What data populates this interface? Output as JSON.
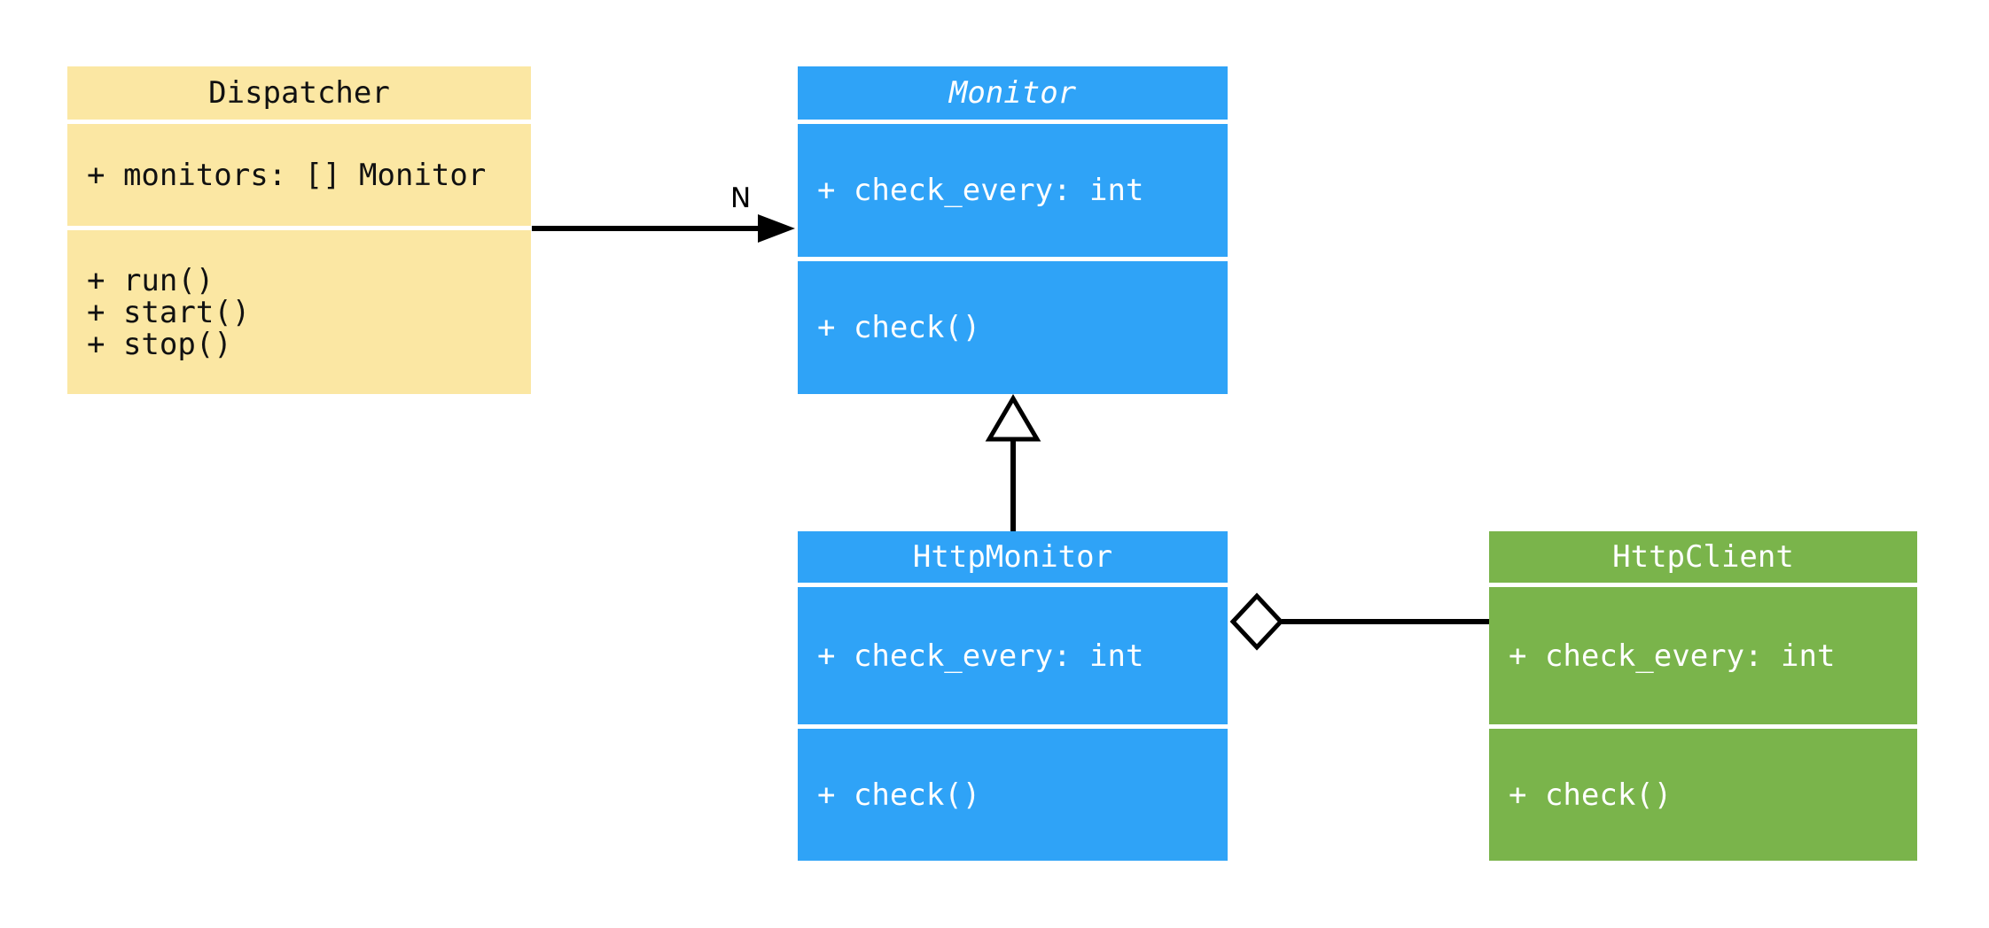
{
  "canvas": {
    "background": "#FFFFFF",
    "line_color": "#000000"
  },
  "diagram": {
    "type": "uml-class-diagram",
    "classes": [
      {
        "name": "Dispatcher",
        "abstract": false,
        "fill": "#FBE7A3",
        "text_color": "#111111",
        "attributes": [
          "+ monitors: [] Monitor"
        ],
        "methods": [
          "+ run()",
          "+ start()",
          "+ stop()"
        ]
      },
      {
        "name": "Monitor",
        "abstract": true,
        "fill": "#2FA3F7",
        "text_color": "#FFFFFF",
        "attributes": [
          "+ check_every: int"
        ],
        "methods": [
          "+ check()"
        ]
      },
      {
        "name": "HttpMonitor",
        "abstract": false,
        "fill": "#2FA3F7",
        "text_color": "#FFFFFF",
        "attributes": [
          "+ check_every: int"
        ],
        "methods": [
          "+ check()"
        ]
      },
      {
        "name": "HttpClient",
        "abstract": false,
        "fill": "#7AB44B",
        "text_color": "#FFFFFF",
        "attributes": [
          "+ check_every: int"
        ],
        "methods": [
          "+ check()"
        ]
      }
    ],
    "relationships": [
      {
        "type": "association",
        "from": "Dispatcher",
        "to": "Monitor",
        "label": "N"
      },
      {
        "type": "inheritance",
        "from": "HttpMonitor",
        "to": "Monitor",
        "label": ""
      },
      {
        "type": "aggregation",
        "from": "HttpMonitor",
        "to": "HttpClient",
        "label": ""
      }
    ]
  }
}
